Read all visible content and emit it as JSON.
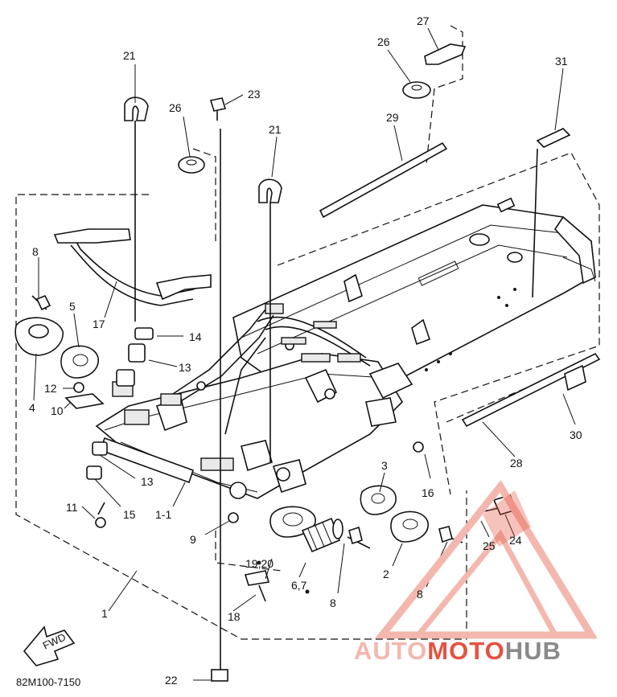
{
  "diagram": {
    "code": "82M100-7150",
    "fwd_label": "FWD",
    "callouts": {
      "c1": "1",
      "c1_1": "1-1",
      "c2": "2",
      "c3": "3",
      "c4": "4",
      "c5": "5",
      "c6_7": "6,7",
      "c8a": "8",
      "c8b": "8",
      "c8c": "8",
      "c9": "9",
      "c10": "10",
      "c11": "11",
      "c12": "12",
      "c13a": "13",
      "c13b": "13",
      "c14": "14",
      "c15": "15",
      "c16": "16",
      "c17": "17",
      "c18": "18",
      "c19_20": "19,20",
      "c21a": "21",
      "c21b": "21",
      "c22": "22",
      "c23": "23",
      "c24": "24",
      "c25": "25",
      "c26a": "26",
      "c26b": "26",
      "c27": "27",
      "c28": "28",
      "c29": "29",
      "c30": "30",
      "c31": "31"
    }
  },
  "watermark": {
    "part1": "AUTO",
    "part2": "MOTO",
    "part3": "HUB",
    "color_light": "#f3b7ae",
    "color_mid": "#e5523f",
    "color_dark": "#8a8a8a"
  }
}
